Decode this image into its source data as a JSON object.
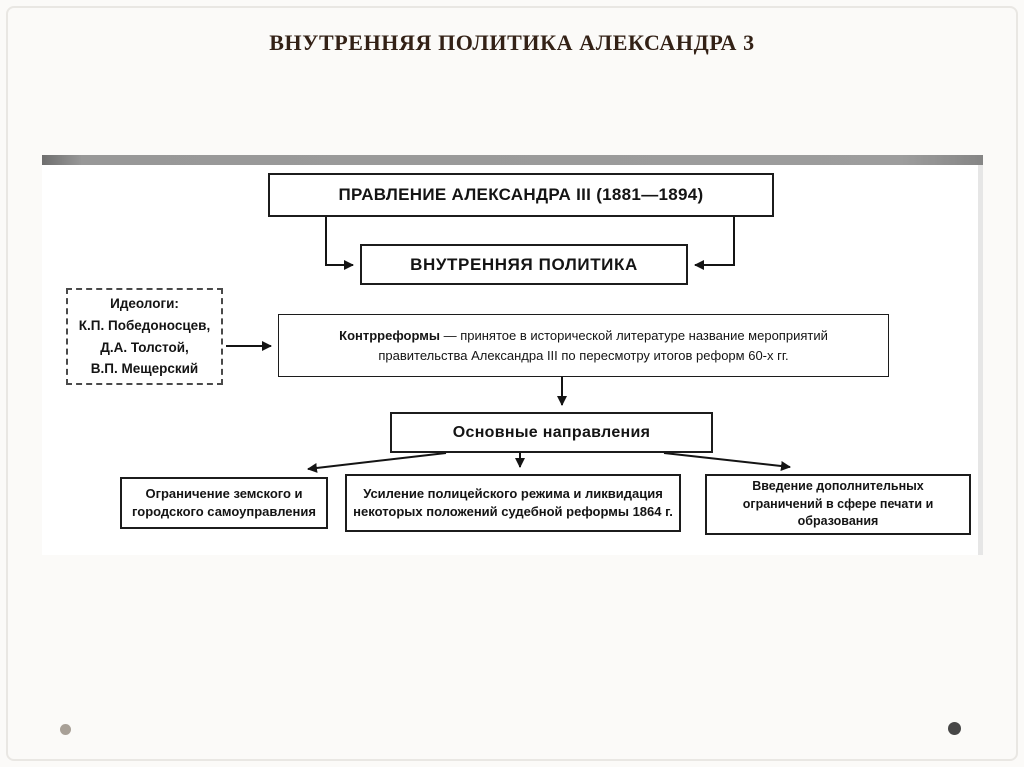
{
  "slide": {
    "title": "ВНУТРЕННЯЯ ПОЛИТИКА АЛЕКСАНДРА 3"
  },
  "diagram": {
    "reign": "ПРАВЛЕНИЕ АЛЕКСАНДРА III (1881—1894)",
    "policy": "ВНУТРЕННЯЯ ПОЛИТИКА",
    "ideologists": {
      "title": "Идеологи:",
      "names": [
        "К.П. Победоносцев,",
        "Д.А. Толстой,",
        "В.П. Мещерский"
      ]
    },
    "counterreforms": {
      "lead": "Контрреформы",
      "rest": " — принятое в исторической литературе название мероприятий правительства Александра III по пересмотру итогов реформ 60-х гг."
    },
    "directions_title": "Основные направления",
    "directions": [
      "Ограничение земского и городского самоуправления",
      "Усиление полицейского режима и ликвидация некоторых положений судебной реформы 1864 г.",
      "Введение дополнительных ограничений в сфере печати и образования"
    ]
  }
}
